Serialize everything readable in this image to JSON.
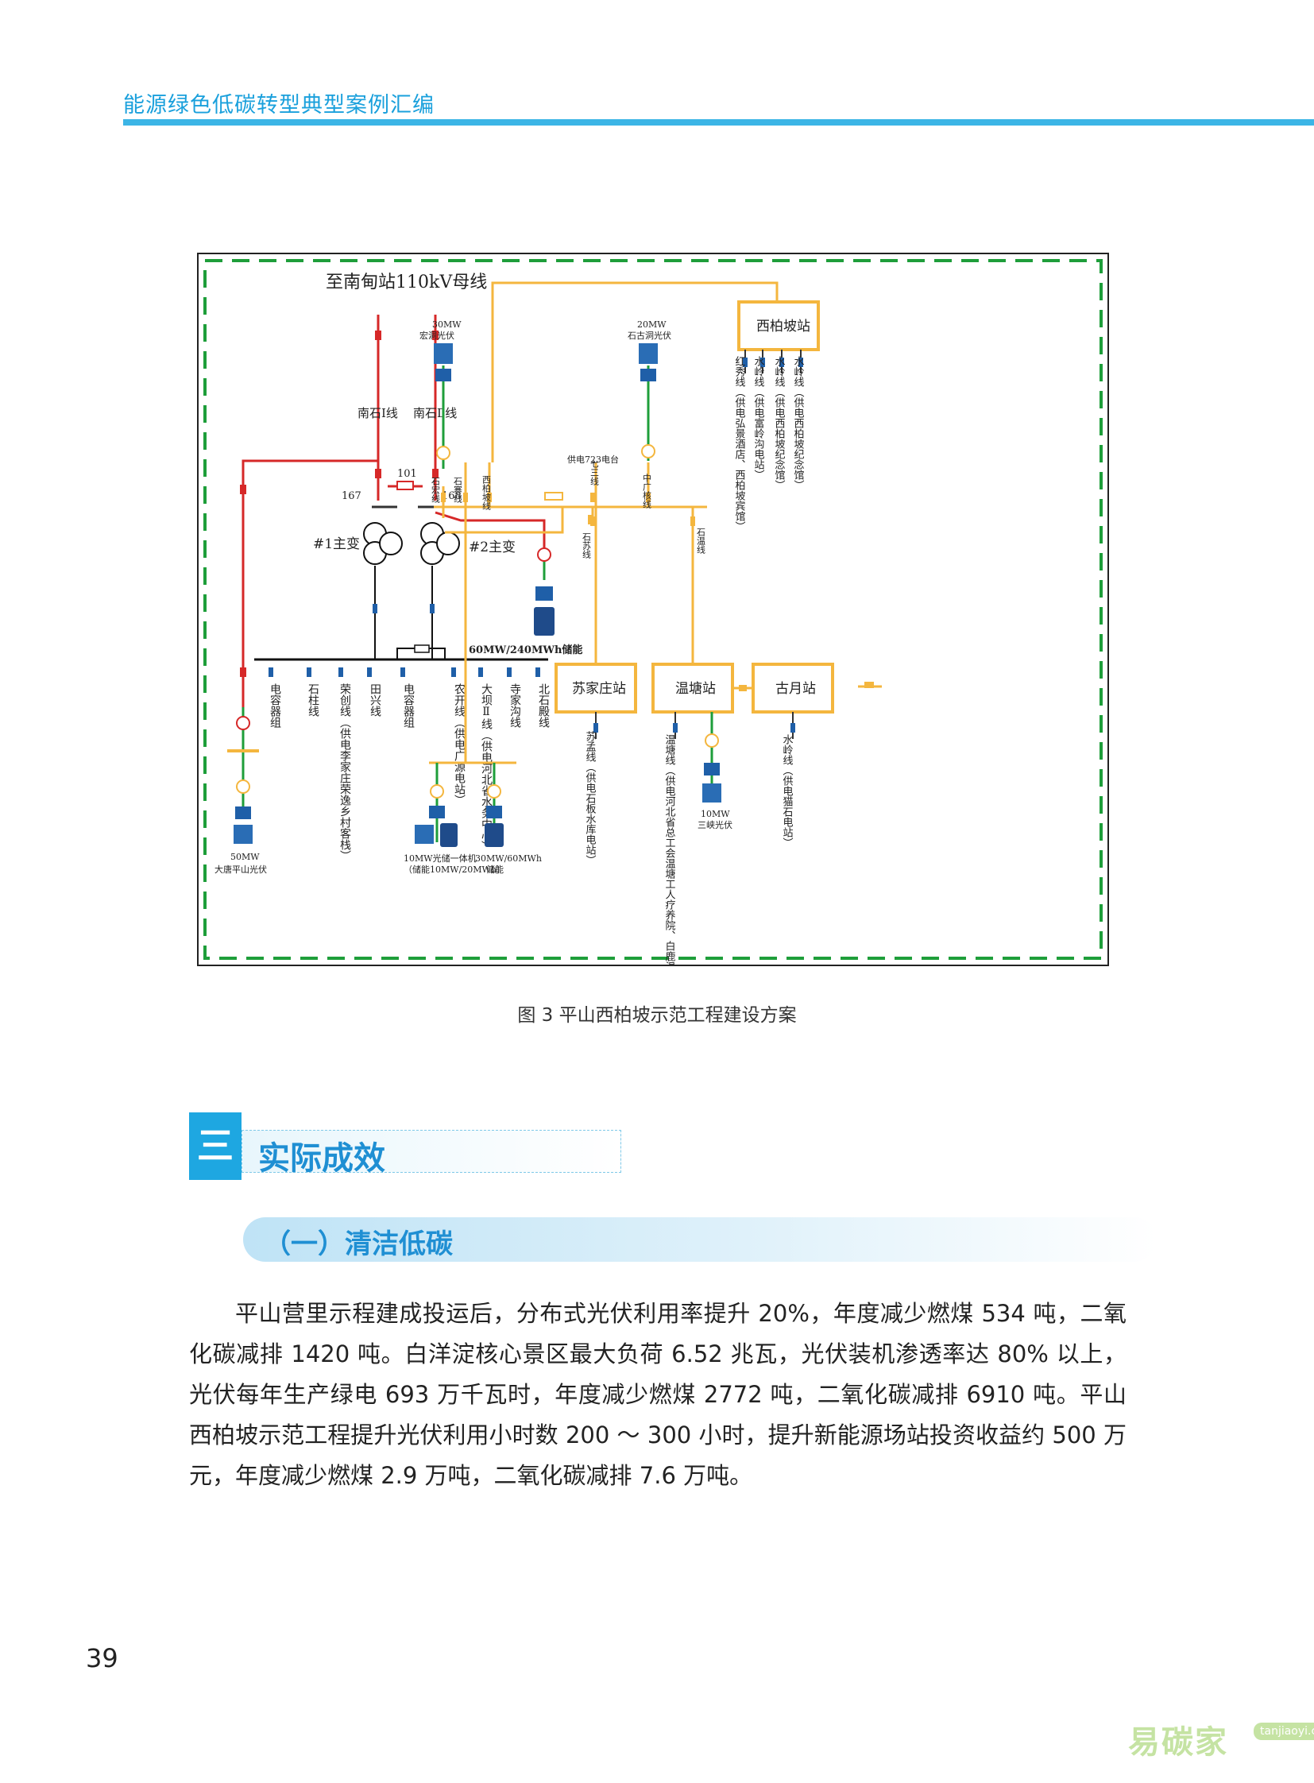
{
  "header": {
    "title": "能源绿色低碳转型典型案例汇编"
  },
  "figure": {
    "caption": "图 3 平山西柏坡示范工程建设方案",
    "top_label": "至南甸站110kV母线",
    "lines_in": [
      "南石Ⅰ线",
      "南石Ⅱ线"
    ],
    "breakers": [
      "167",
      "101",
      "168"
    ],
    "transformers": [
      "#1主变",
      "#2主变"
    ],
    "storage_main": "60MW/240MWh储能",
    "pv_hongdong": [
      "30MW",
      "宏洞光伏"
    ],
    "pv_shigudong": [
      "20MW",
      "石古洞光伏"
    ],
    "supply_723": "供电723电台",
    "upper_feeders": [
      "石宏线",
      "石寨线",
      "西柏坡线",
      "七三线",
      "中广核线",
      "石苏线",
      "石温线"
    ],
    "stations": [
      "西柏坡站",
      "苏家庄站",
      "温塘站",
      "古月站"
    ],
    "xibaipo_feeders": [
      "红秀线（供电弘景酒店、西柏坡宾馆）",
      "水岭线（供电富岭沟电站）",
      "水岭线（供电西柏坡纪念馆）",
      "水岭线（供电西柏坡纪念馆）"
    ],
    "low_bus_feeders": [
      "电容器组",
      "石柱线",
      "荣创线（供电李家庄荣逸乡村客栈）",
      "田兴线",
      "电容器组",
      "农开线（供电广源电站）",
      "大坝Ⅱ线（供电河北省水务中心）",
      "寺家沟线",
      "北石殿线"
    ],
    "pv_datang": [
      "50MW",
      "大唐平山光伏"
    ],
    "pv_storage_combo": [
      "10MW光储一体机",
      "（储能10MW/20MWh）"
    ],
    "storage_30": [
      "30MW/60MWh",
      "储能"
    ],
    "sujiazhuang_feeder": "苏孟线（供电石板水库电站）",
    "wentang_feeder": "温塘线（供电河北省总工会温塘工人疗养院、白鹿温泉旅游）",
    "pv_sanxia": [
      "10MW",
      "三峡光伏"
    ],
    "guyue_feeder": "水岭线（供电猫石电站）",
    "colors": {
      "line_110kv": "#d62828",
      "line_10kv": "#f4b63e",
      "frame": "#1e9e3a",
      "accent": "#1ea7e1"
    }
  },
  "section": {
    "number": "三",
    "title": "实际成效"
  },
  "subsection": {
    "title": "（一）清洁低碳"
  },
  "paragraph": "平山营里示程建成投运后，分布式光伏利用率提升 20%，年度减少燃煤 534 吨，二氧化碳减排 1420 吨。白洋淀核心景区最大负荷 6.52 兆瓦，光伏装机渗透率达 80% 以上，光伏每年生产绿电 693 万千瓦时，年度减少燃煤 2772 吨，二氧化碳减排 6910 吨。平山西柏坡示范工程提升光伏利用小时数 200 ～ 300 小时，提升新能源场站投资收益约 500 万元，年度减少燃煤 2.9 万吨，二氧化碳减排 7.6 万吨。",
  "page_number": "39",
  "watermark": {
    "text": "易碳家",
    "tag": "tanjiaoyi.com"
  }
}
